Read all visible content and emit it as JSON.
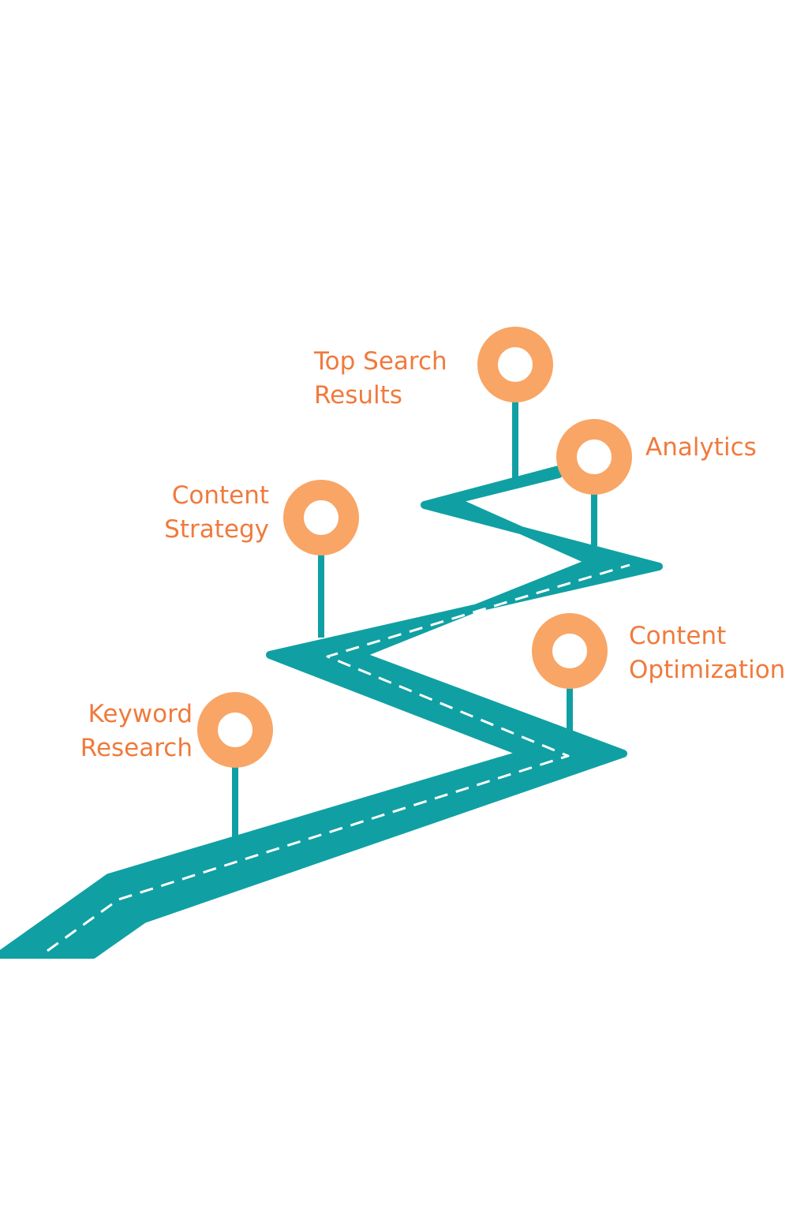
{
  "colors": {
    "road": "#10a0a3",
    "road_dash": "#ffffff",
    "pin_ring": "#f8a566",
    "pin_center": "#ffffff",
    "pin_stem": "#10a0a3",
    "label": "#f07a3c",
    "background": "#ffffff"
  },
  "milestones": [
    {
      "id": "keyword-research",
      "lines": [
        "Keyword",
        "Research"
      ]
    },
    {
      "id": "content-strategy",
      "lines": [
        "Content",
        "Strategy"
      ]
    },
    {
      "id": "content-optimization",
      "lines": [
        "Content",
        "Optimization"
      ]
    },
    {
      "id": "top-search-results",
      "lines": [
        "Top Search",
        "Results"
      ]
    },
    {
      "id": "analytics",
      "lines": [
        "Analytics"
      ]
    }
  ]
}
